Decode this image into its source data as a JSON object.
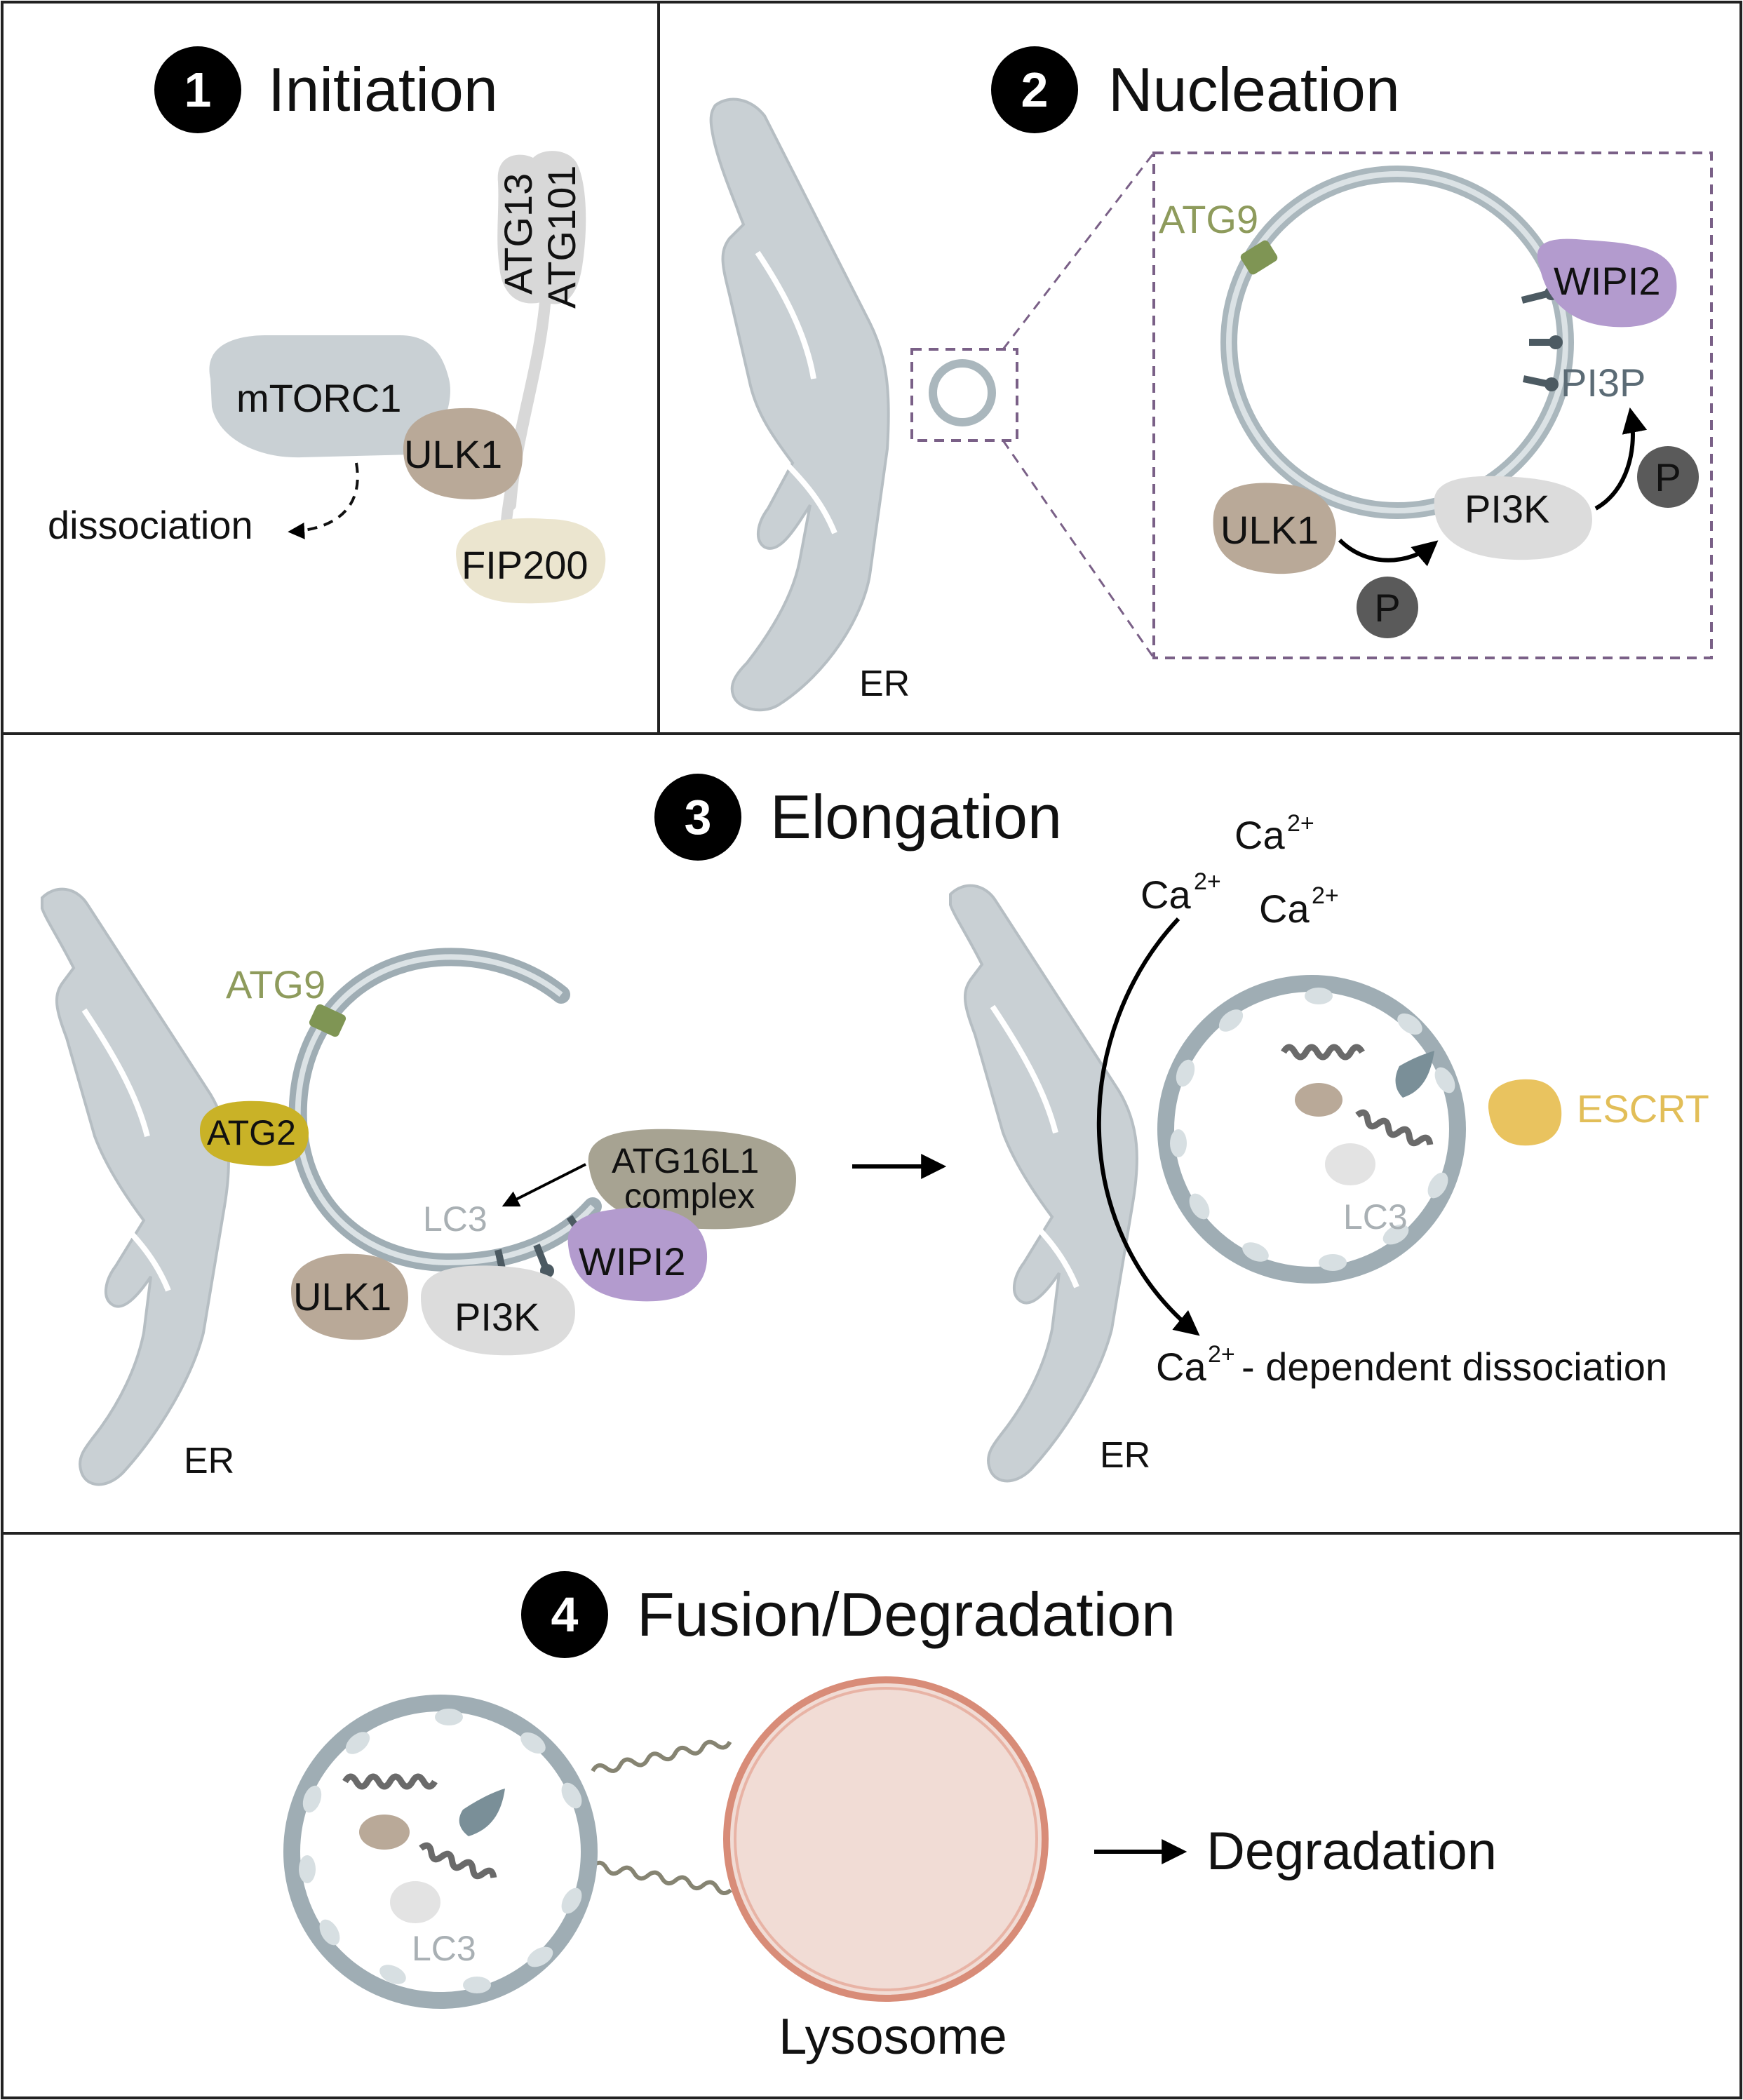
{
  "panels": {
    "p1": {
      "number": "1",
      "title": "Initiation"
    },
    "p2": {
      "number": "2",
      "title": "Nucleation"
    },
    "p3": {
      "number": "3",
      "title": "Elongation"
    },
    "p4": {
      "number": "4",
      "title": "Fusion/Degradation"
    }
  },
  "labels": {
    "mtorc1": "mTORC1",
    "ulk1": "ULK1",
    "atg13": "ATG13",
    "atg101": "ATG101",
    "fip200": "FIP200",
    "dissociation": "dissociation",
    "atg9": "ATG9",
    "wipi2": "WIPI2",
    "pi3p": "PI3P",
    "pi3k": "PI3K",
    "p": "P",
    "er": "ER",
    "atg2": "ATG2",
    "atg16l1_line1": "ATG16L1",
    "atg16l1_line2": "complex",
    "lc3": "LC3",
    "ca_base": "Ca",
    "ca_sup": "2+",
    "ca_dissociation": "- dependent dissociation",
    "escrt": "ESCRT",
    "lysosome": "Lysosome",
    "degradation": "Degradation"
  },
  "colors": {
    "mtorc1": "#c9d0d4",
    "ulk1": "#b9a998",
    "fip200": "#ebe5cf",
    "atg13_101": "#d8d8d8",
    "atg9": "#7f9554",
    "atg9_text": "#8e9b5c",
    "wipi2": "#b39bce",
    "pi3k": "#dcdcdc",
    "phospho": "#5a5a5a",
    "pi3p_text": "#5b6b75",
    "atg2": "#c9b227",
    "atg16l1": "#a7a392",
    "escrt": "#e9c35f",
    "escrt_text": "#e2be58",
    "lc3_text": "#a9b0b4",
    "lysosome_fill": "#f1dcd5",
    "lysosome_ring": "#d88c78",
    "cargo_helix": "#6a6a6a",
    "cargo_blade": "#7a8f98",
    "cargo_oval": "#b9a998",
    "cargo_lc3": "#e3e3e3",
    "tether": "#868472"
  }
}
